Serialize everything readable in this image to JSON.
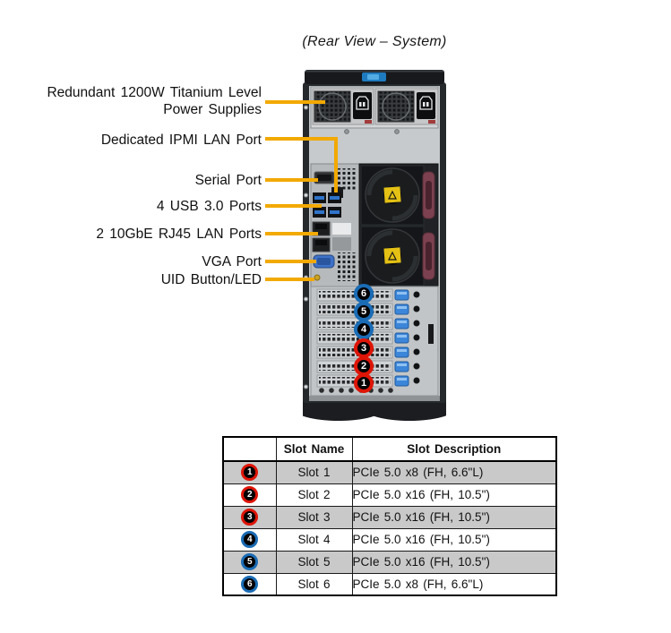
{
  "title": "(Rear View – System)",
  "callouts": {
    "psu_line1": "Redundant 1200W Titanium Level",
    "psu_line2": "Power Supplies",
    "ipmi": "Dedicated IPMI LAN Port",
    "serial": "Serial Port",
    "usb": "4 USB 3.0 Ports",
    "lan": "2 10GbE RJ45 LAN Ports",
    "vga": "VGA Port",
    "uid": "UID Button/LED"
  },
  "chassis_badges": [
    {
      "num": "6",
      "color": "blue"
    },
    {
      "num": "5",
      "color": "blue"
    },
    {
      "num": "4",
      "color": "blue"
    },
    {
      "num": "3",
      "color": "red"
    },
    {
      "num": "2",
      "color": "red"
    },
    {
      "num": "1",
      "color": "red"
    }
  ],
  "table": {
    "headers": [
      "",
      "Slot Name",
      "Slot Description"
    ],
    "rows": [
      {
        "badge": "1",
        "badge_color": "red",
        "name": "Slot 1",
        "desc": "PCIe 5.0 x8 (FH, 6.6\"L)"
      },
      {
        "badge": "2",
        "badge_color": "red",
        "name": "Slot 2",
        "desc": "PCIe 5.0 x16 (FH, 10.5\")"
      },
      {
        "badge": "3",
        "badge_color": "red",
        "name": "Slot 3",
        "desc": "PCIe 5.0 x16 (FH, 10.5\")"
      },
      {
        "badge": "4",
        "badge_color": "blue",
        "name": "Slot 4",
        "desc": "PCIe 5.0 x16 (FH, 10.5\")"
      },
      {
        "badge": "5",
        "badge_color": "blue",
        "name": "Slot 5",
        "desc": "PCIe 5.0 x16 (FH, 10.5\")"
      },
      {
        "badge": "6",
        "badge_color": "blue",
        "name": "Slot 6",
        "desc": "PCIe 5.0 x8 (FH, 6.6\"L)"
      }
    ]
  },
  "colors": {
    "leader_line": "#F2A900",
    "badge_red": "#DE1507",
    "badge_blue": "#1A6CB5",
    "table_row_alt": "#C9C9C9"
  }
}
